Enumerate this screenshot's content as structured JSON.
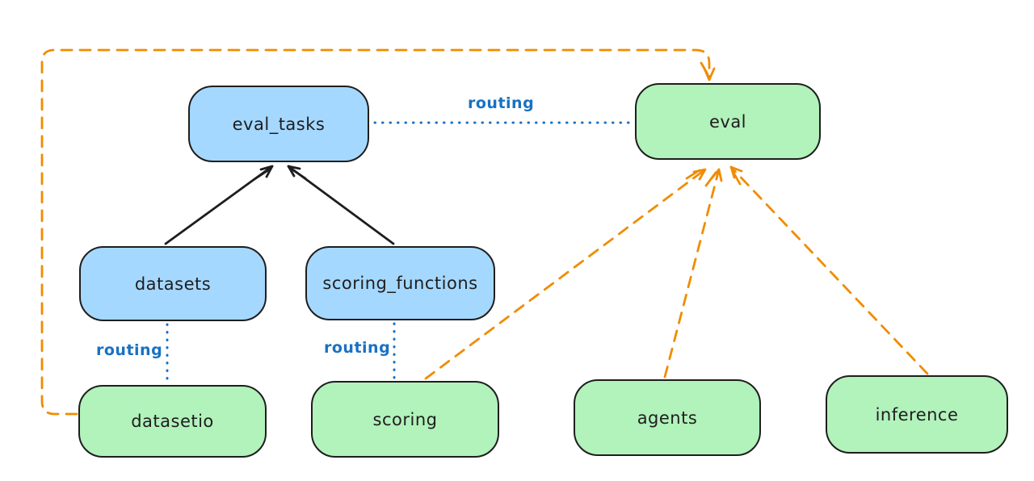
{
  "diagram": {
    "type": "architecture-diagram",
    "background": "#ffffff",
    "nodes": [
      {
        "id": "eval_tasks",
        "label": "eval_tasks",
        "fill": "blue"
      },
      {
        "id": "eval",
        "label": "eval",
        "fill": "green"
      },
      {
        "id": "datasets",
        "label": "datasets",
        "fill": "blue"
      },
      {
        "id": "scoring_functions",
        "label": "scoring_functions",
        "fill": "blue"
      },
      {
        "id": "datasetio",
        "label": "datasetio",
        "fill": "green"
      },
      {
        "id": "scoring",
        "label": "scoring",
        "fill": "green"
      },
      {
        "id": "agents",
        "label": "agents",
        "fill": "green"
      },
      {
        "id": "inference",
        "label": "inference",
        "fill": "green"
      }
    ],
    "edges": [
      {
        "from": "datasets",
        "to": "eval_tasks",
        "style": "solid-black-arrow",
        "label": ""
      },
      {
        "from": "scoring_functions",
        "to": "eval_tasks",
        "style": "solid-black-arrow",
        "label": ""
      },
      {
        "from": "eval_tasks",
        "to": "eval",
        "style": "dotted-blue",
        "label": "routing"
      },
      {
        "from": "datasets",
        "to": "datasetio",
        "style": "dotted-blue",
        "label": "routing"
      },
      {
        "from": "scoring_functions",
        "to": "scoring",
        "style": "dotted-blue",
        "label": "routing"
      },
      {
        "from": "datasetio",
        "to": "eval",
        "style": "dashed-orange-arrow",
        "label": ""
      },
      {
        "from": "scoring",
        "to": "eval",
        "style": "dashed-orange-arrow",
        "label": ""
      },
      {
        "from": "agents",
        "to": "eval",
        "style": "dashed-orange-arrow",
        "label": ""
      },
      {
        "from": "inference",
        "to": "eval",
        "style": "dashed-orange-arrow",
        "label": ""
      }
    ],
    "colors": {
      "blue_fill": "#a5d8ff",
      "green_fill": "#b2f2bb",
      "node_stroke": "#1e1e1e",
      "routing_blue": "#1971c2",
      "orange": "#f08c00",
      "black_arrow": "#1e1e1e"
    }
  }
}
